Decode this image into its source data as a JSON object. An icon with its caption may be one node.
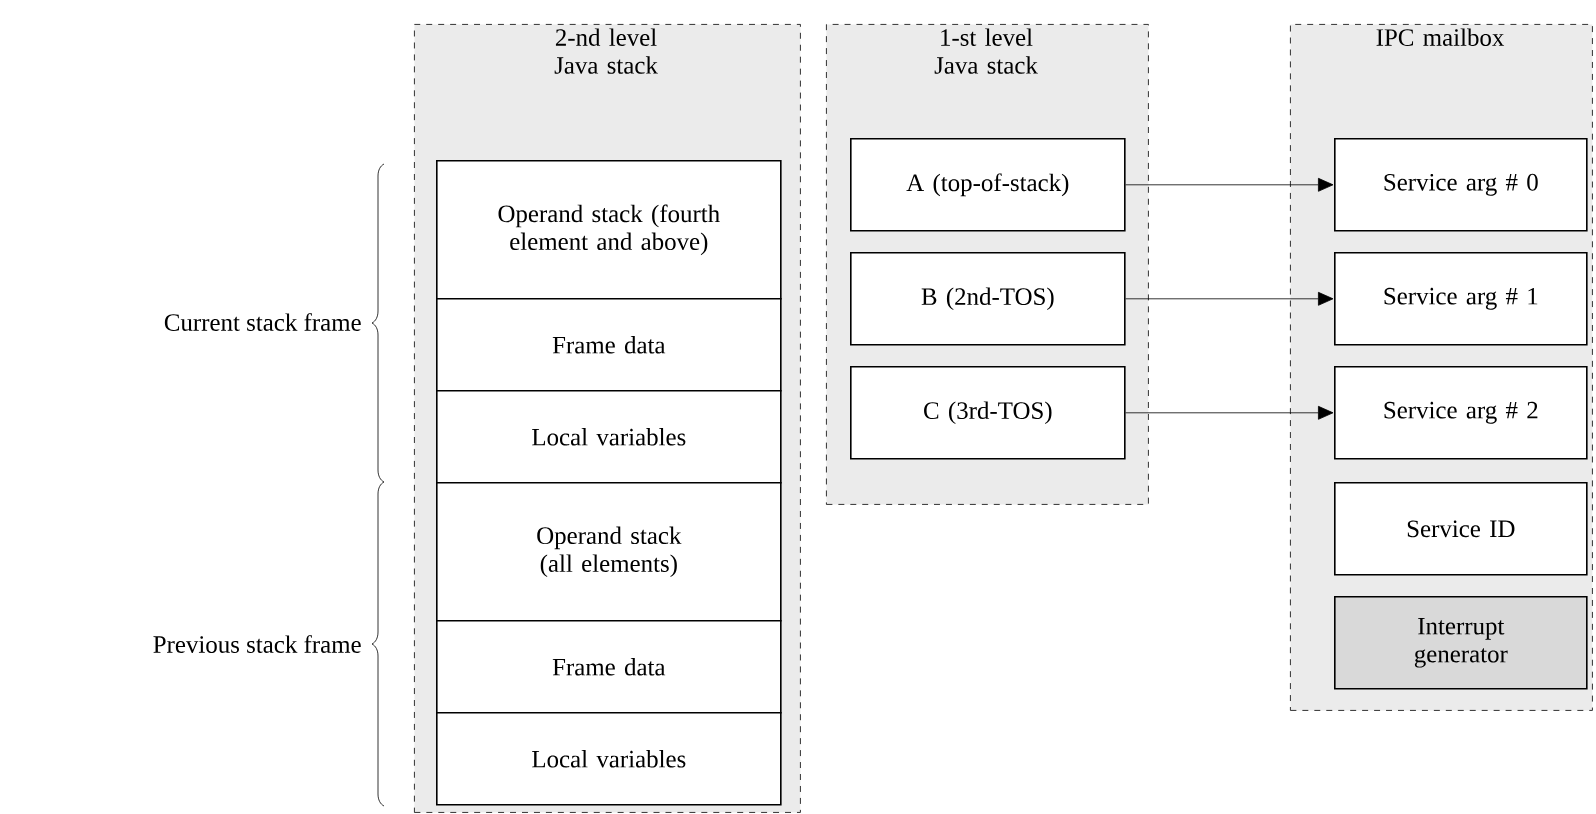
{
  "diagram": {
    "nodes": [
      {
        "text": [
          "2-nd level Java stack"
        ]
      },
      {
        "text": [
          "Operand stack (fourth element and above)"
        ],
        "in": 0
      },
      {
        "text": [
          "Frame data"
        ],
        "in": 0
      },
      {
        "text": [
          "Local variables"
        ],
        "in": 0
      },
      {
        "text": [
          "Operand stack (all elements)"
        ],
        "in": 0
      },
      {
        "text": [
          "Frame data"
        ],
        "in": 0
      },
      {
        "text": [
          "Local variables"
        ],
        "in": 0
      },
      {
        "text": [
          "1-st level Java stack"
        ]
      },
      {
        "text": [
          "A (top-of-stack)"
        ],
        "in": 7
      },
      {
        "text": [
          "B (2nd-TOS)"
        ],
        "in": 7
      },
      {
        "text": [
          "C (3rd-TOS)"
        ],
        "in": 7
      },
      {
        "text": [
          "IPC mailbox"
        ]
      },
      {
        "text": [
          "Service arg # 0"
        ],
        "in": 11
      },
      {
        "text": [
          "Service arg # 1"
        ],
        "in": 11
      },
      {
        "text": [
          "Service arg # 2"
        ],
        "in": 11
      },
      {
        "text": [
          "Service ID"
        ],
        "in": 11
      },
      {
        "text": [
          "Interrupt generator"
        ],
        "in": 11
      }
    ],
    "edges": [
      {
        "from": 8,
        "to": 12,
        "arrow": "to"
      },
      {
        "from": 9,
        "to": 13,
        "arrow": "to"
      },
      {
        "from": 10,
        "to": 14,
        "arrow": "to"
      }
    ],
    "labels": [
      "Current stack frame",
      "Previous stack frame"
    ]
  }
}
